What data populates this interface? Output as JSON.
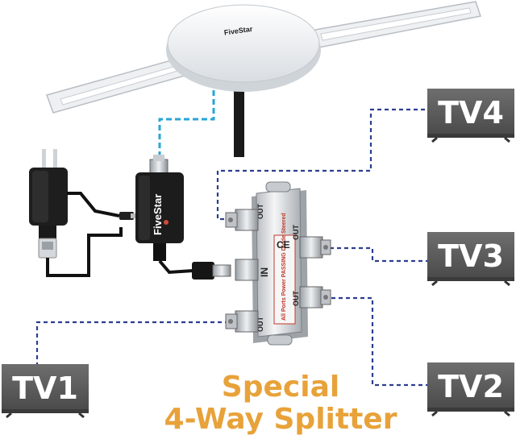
{
  "antenna": {
    "brand": "FiveStar"
  },
  "amplifier": {
    "brand": "FiveStar"
  },
  "splitter": {
    "in_label": "IN",
    "out_label": "OUT",
    "ce_mark": "CE",
    "side_text": "All Ports Power PASSING Diode Steered"
  },
  "tvs": [
    {
      "label": "TV4"
    },
    {
      "label": "TV3"
    },
    {
      "label": "TV2"
    },
    {
      "label": "TV1"
    }
  ],
  "caption": {
    "line1": "Special",
    "line2": "4-Way Splitter"
  },
  "colors": {
    "dashed_line": "#2c3e8f",
    "antenna_cable": "#2aa5d6",
    "caption": "#e8a23a",
    "tv_body": "#5c5c5c"
  }
}
